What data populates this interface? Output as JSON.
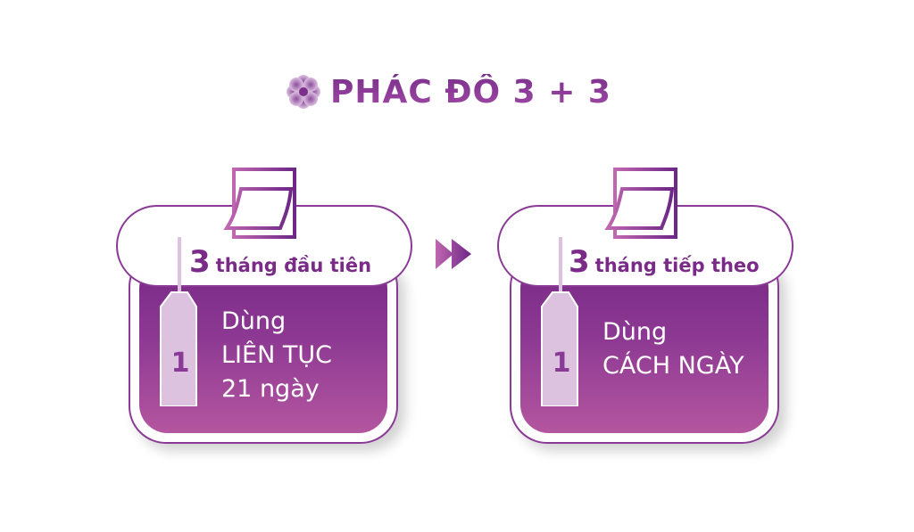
{
  "title": {
    "icon": "flower-icon",
    "text": "PHÁC ĐỒ 3 + 3"
  },
  "colors": {
    "primary": "#7a2b88",
    "gradient_top": "#772a86",
    "gradient_bottom": "#b4569f",
    "tube_fill": "#dcc2df"
  },
  "steps": [
    {
      "period_number": "3",
      "period_label": "tháng đầu tiên",
      "tube_number": "1",
      "lines": [
        "Dùng",
        "LIÊN TỤC",
        "21 ngày"
      ]
    },
    {
      "period_number": "3",
      "period_label": "tháng tiếp theo",
      "tube_number": "1",
      "lines": [
        "Dùng",
        "CÁCH NGÀY"
      ]
    }
  ],
  "connector": {
    "icon": "fast-forward-icon"
  }
}
